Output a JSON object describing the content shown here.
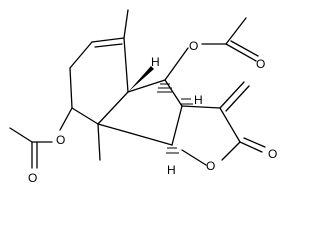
{
  "structure": {
    "atoms": {
      "o_acetate_top": "O",
      "o_carbonyl_top": "O",
      "o_acetate_left": "O",
      "o_carbonyl_left": "O",
      "o_ring": "O",
      "o_lactone": "O",
      "h_top_left": "H",
      "h_top_right": "H",
      "h_bottom": "H"
    }
  }
}
